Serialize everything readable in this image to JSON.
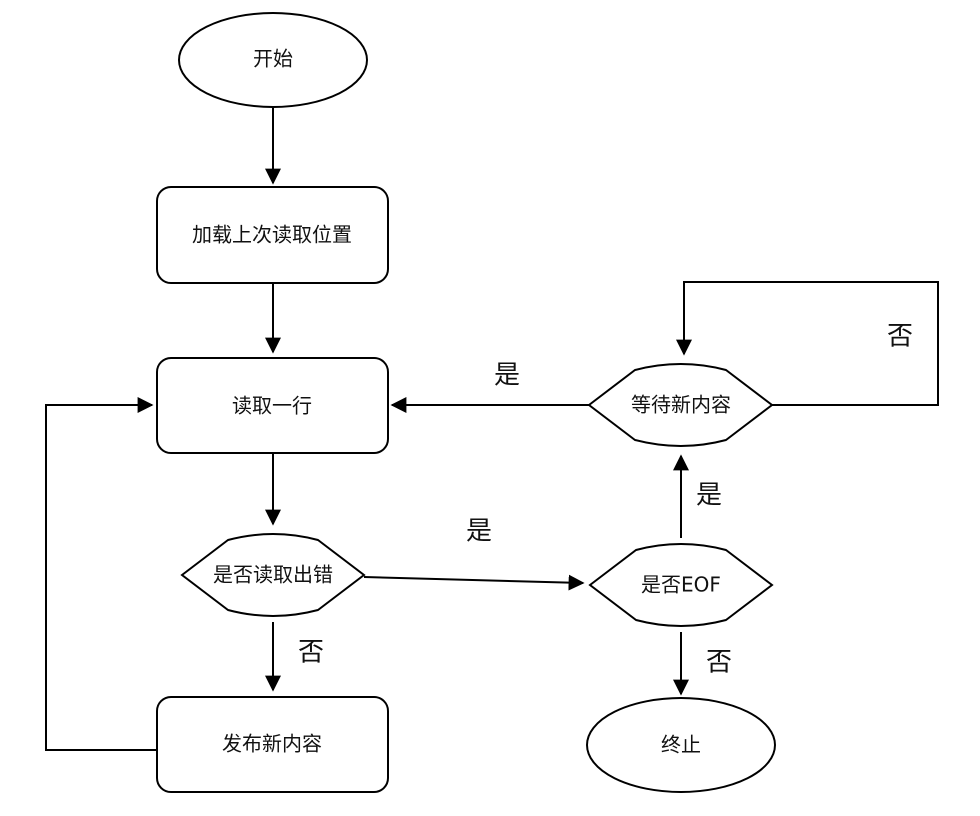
{
  "nodes": {
    "start": "开始",
    "load_position": "加载上次读取位置",
    "read_line": "读取一行",
    "read_error_check": "是否读取出错",
    "publish_content": "发布新内容",
    "eof_check": "是否EOF",
    "wait_content": "等待新内容",
    "end": "终止"
  },
  "edge_labels": {
    "error_yes": "是",
    "error_no": "否",
    "eof_yes": "是",
    "eof_no": "否",
    "wait_yes": "是",
    "wait_no": "否"
  }
}
